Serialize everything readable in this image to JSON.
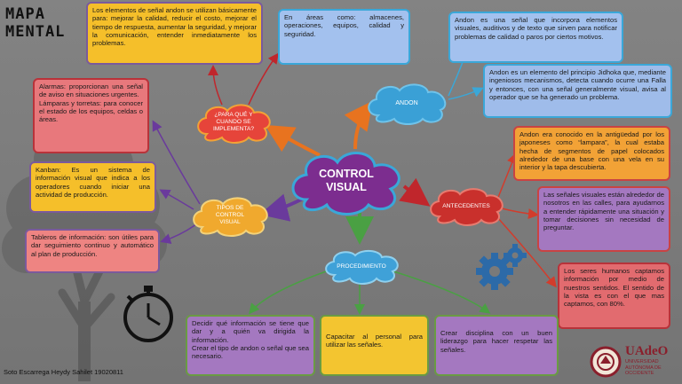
{
  "title": {
    "line1": "MAPA",
    "line2": "MENTAL"
  },
  "center": {
    "label": "CONTROL VISUAL"
  },
  "nodes": {
    "para_que": "¿PARA QUÉ Y CUANDO SE IMPLEMENTA?",
    "andon": "ANDON",
    "tipos": "TIPOS DE CONTROL VISUAL",
    "antecedentes": "ANTECEDENTES",
    "procedimiento": "PROCEDIMIENTO"
  },
  "boxes": {
    "elementos": "Los elementos de señal andon se utilizan básicamente para: mejorar la calidad, reducir el costo, mejorar el tiempo de respuesta, aumentar la seguridad, y mejorar la comunicación, entender inmediatamente los problemas.",
    "areas": "En áreas como: almacenes, operaciones, equipos, calidad y seguridad.",
    "andon_def1": "Andon es una señal que incorpora elementos visuales, auditivos y de texto que sirven para notificar problemas de calidad o paros por ciertos motivos.",
    "andon_def2": "Andon es un elemento del principio Jidhoka que, mediante ingeniosos mecanismos, detecta cuando ocurre una Falla y entonces, con una señal generalmente visual, avisa al operador que se ha generado un problema.",
    "alarmas": "Alarmas: proporcionan una señal de aviso en situaciones urgentes.\nLámparas y torretas: para conocer el estado de los equipos, celdas o áreas.",
    "kanban": "Kanban: Es un sistema de información visual que indica a los operadores cuando iniciar una actividad de producción.",
    "tableros": "Tableros de información: son útiles para dar seguimiento continuo y automático al plan de producción.",
    "antec1": "Andon era conocido en la antigüedad por los japoneses como “lampara”, la cual estaba hecha de segmentos de papel colocados alrededor de una base con una vela en su interior y la tapa descubierta.",
    "antec2": "Las señales visuales están alrededor de nosotros en las calles, para ayudarnos a entender rápidamente una situación y tomar decisiones sin necesidad de preguntar.",
    "antec3": "Los seres humanos captamos información por medio de nuestros sentidos. El sentido de la vista es con el que mas captamos, con 80%.",
    "proc1": "Decidir qué información se tiene que dar y a quién va dirigida la información.\nCrear el tipo de andon o señal que sea necesario.",
    "proc2": "Capacitar al personal para utilizar las señales.",
    "proc3": "Crear disciplina con un buen liderazgo para hacer respetar las señales."
  },
  "footer": "Soto Escarrega Heydy Sahilet 19020811",
  "logo": {
    "name": "UAdeO",
    "line1": "UNIVERSIDAD",
    "line2": "AUTÓNOMA DE",
    "line3": "OCCIDENTE",
    "icon": "university-seal-icon"
  },
  "icons": {
    "timer": "stopwatch-icon",
    "gears": "gears-icon",
    "tree": "tree-icon"
  },
  "colors": {
    "orange_arrow": "#e8731f",
    "red_arrow": "#c0262c",
    "green_arrow": "#4aa043",
    "blue_arrow": "#3aa7d8",
    "purple_arrow": "#6a3a9c"
  }
}
